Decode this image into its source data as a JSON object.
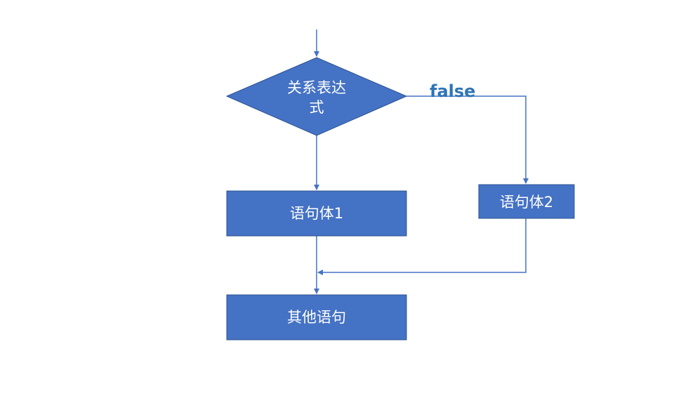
{
  "colors": {
    "node_fill": "#4472c4",
    "node_stroke": "#2f528f",
    "edge": "#4472c4",
    "label": "#2e75b6",
    "text": "#ffffff"
  },
  "nodes": {
    "condition": {
      "line1": "关系表达",
      "line2": "式"
    },
    "body1": {
      "label": "语句体1"
    },
    "body2": {
      "label": "语句体2"
    },
    "other": {
      "label": "其他语句"
    }
  },
  "edges": {
    "false_label": "false"
  }
}
